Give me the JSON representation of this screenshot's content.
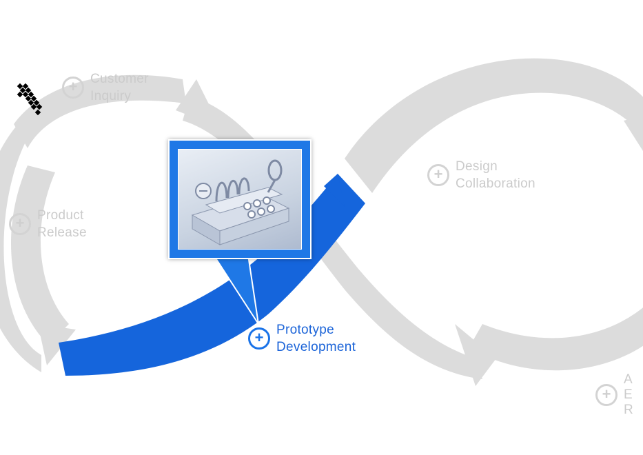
{
  "steps": {
    "customer_inquiry": {
      "line1": "Customer",
      "line2": "Inquiry"
    },
    "product_release": {
      "line1": "Product",
      "line2": "Release"
    },
    "design_collaboration": {
      "line1": "Design",
      "line2": "Collaboration"
    },
    "prototype_development": {
      "line1": "Prototype",
      "line2": "Development"
    },
    "partial_right": {
      "line1": "A",
      "line2": "E",
      "line3": "R"
    }
  },
  "icons": {
    "step_icon": "plus-circle-icon",
    "callout_image": "prototype-assembly-image",
    "cursor": "move-cursor-icon"
  },
  "colors": {
    "loop_gray": "#dcdcdc",
    "active_blue": "#1565dc",
    "label_gray": "#cbcbcb"
  },
  "active_step": "prototype_development"
}
